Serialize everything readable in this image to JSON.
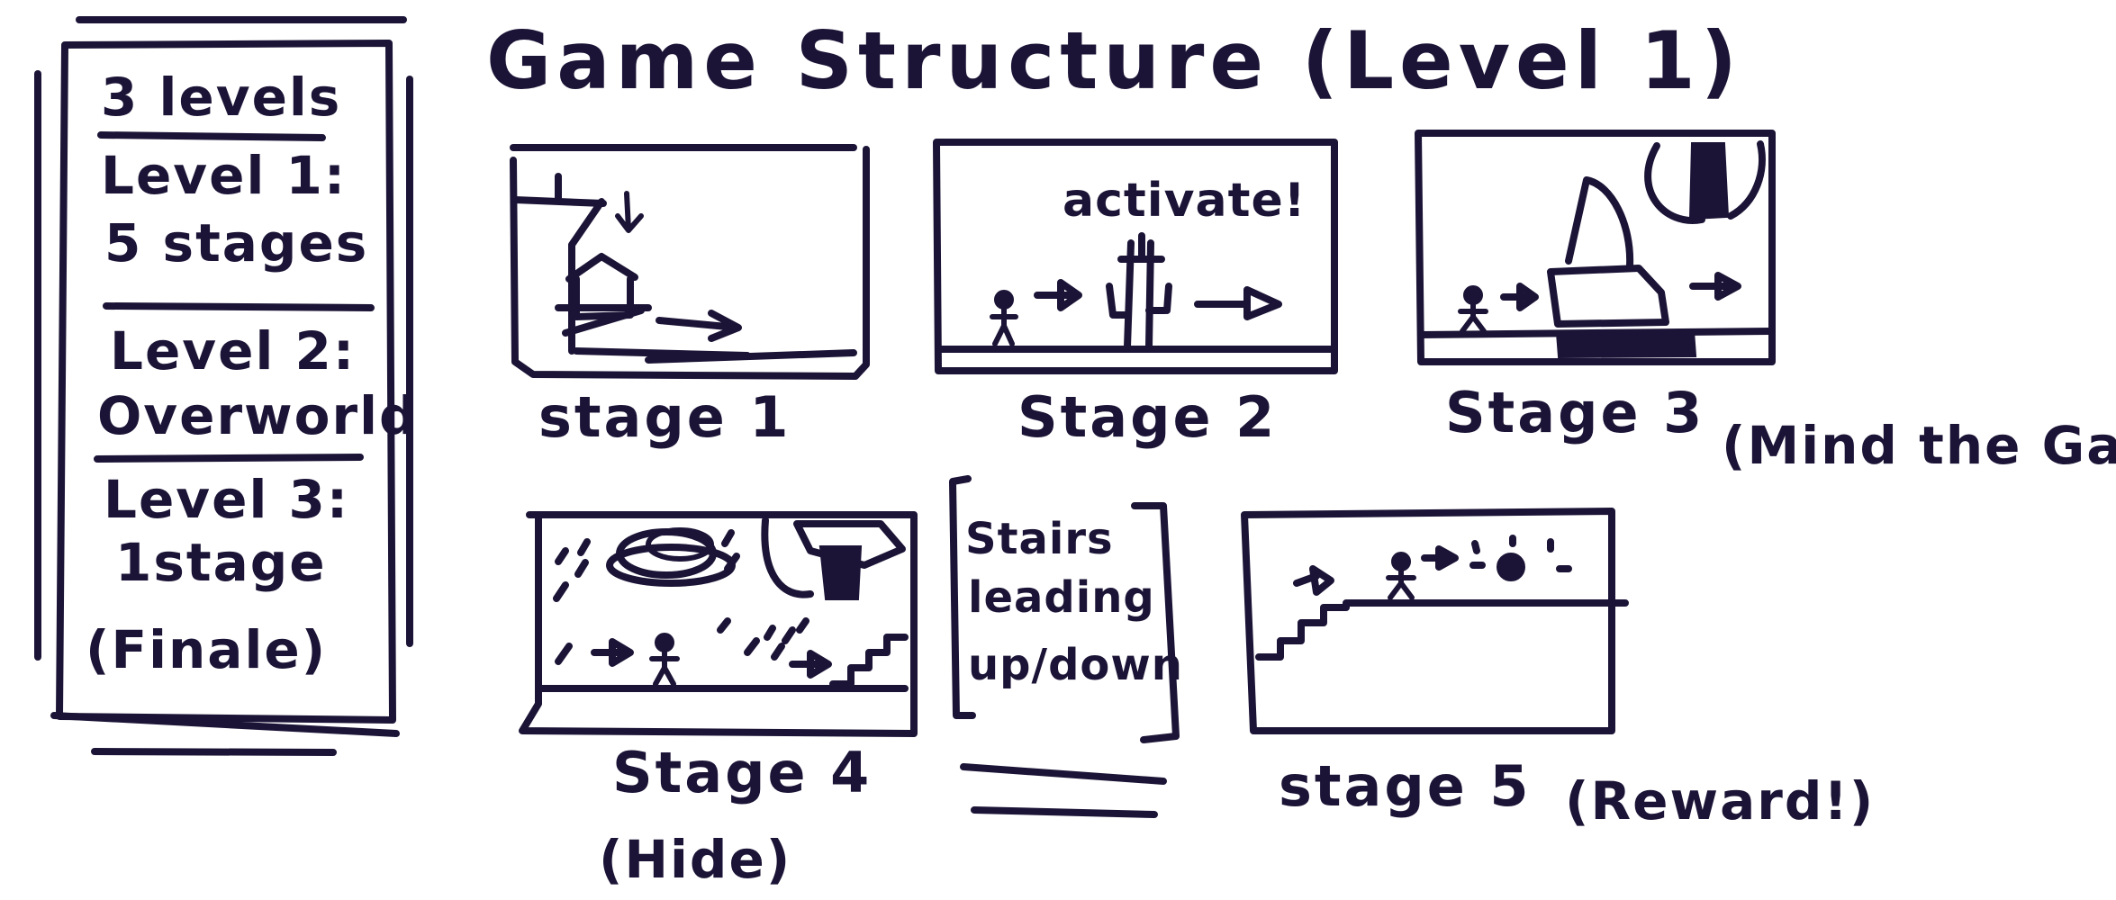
{
  "title": "Game Structure (Level 1)",
  "sidebar": {
    "heading": "3 levels",
    "level1_line1": "Level 1:",
    "level1_line2": "5 stages",
    "level2_line1": "Level 2:",
    "level2_line2": "Overworld",
    "level3_line1": "Level 3:",
    "level3_line2": "1stage",
    "level3_line3": "(Finale)"
  },
  "stages": {
    "stage1": {
      "label": "stage 1"
    },
    "stage2": {
      "label": "Stage 2",
      "scene_text": "activate!"
    },
    "stage3": {
      "label": "Stage 3",
      "subtitle": "(Mind the Gap)"
    },
    "stage4": {
      "label": "Stage 4",
      "subtitle": "(Hide)"
    },
    "stage5": {
      "label": "stage 5",
      "subtitle": "(Reward!)"
    }
  },
  "stairs_note": {
    "line1": "Stairs",
    "line2": "leading",
    "line3": "up/down"
  }
}
